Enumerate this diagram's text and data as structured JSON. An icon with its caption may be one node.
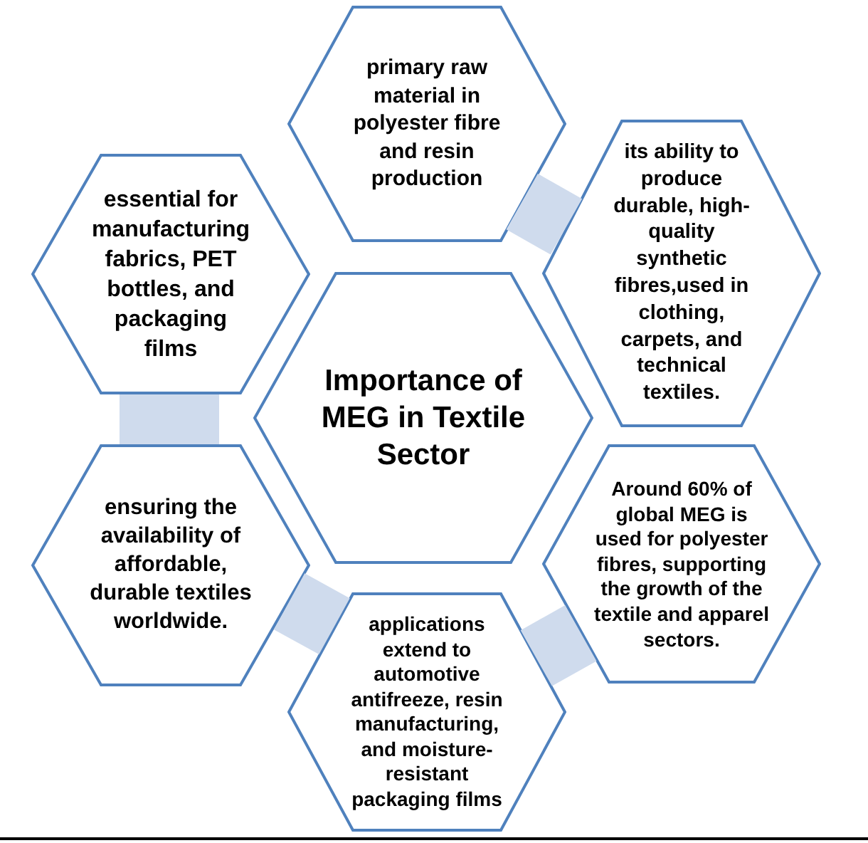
{
  "diagram": {
    "nodes": [
      {
        "text": [
          "Importance of MEG in Textile Sector"
        ]
      },
      {
        "text": [
          "primary raw material in polyester fibre and resin production"
        ]
      },
      {
        "text": [
          "its ability to produce durable, high-quality synthetic fibres,used in clothing, carpets, and technical textiles."
        ]
      },
      {
        "text": [
          "Around 60% of global MEG is used for polyester fibres, supporting the growth of the textile and apparel sectors."
        ]
      },
      {
        "text": [
          "applications extend to automotive antifreeze, resin manufacturing, and moisture-resistant packaging films"
        ]
      },
      {
        "text": [
          "ensuring the availability of affordable, durable textiles worldwide."
        ]
      },
      {
        "text": [
          "essential for manufacturing fabrics, PET bottles, and packaging films"
        ]
      }
    ],
    "edges": [
      {
        "from": 1,
        "to": 2,
        "arrow": "none"
      },
      {
        "from": 3,
        "to": 4,
        "arrow": "none"
      },
      {
        "from": 4,
        "to": 5,
        "arrow": "none"
      },
      {
        "from": 5,
        "to": 6,
        "arrow": "none"
      }
    ]
  }
}
